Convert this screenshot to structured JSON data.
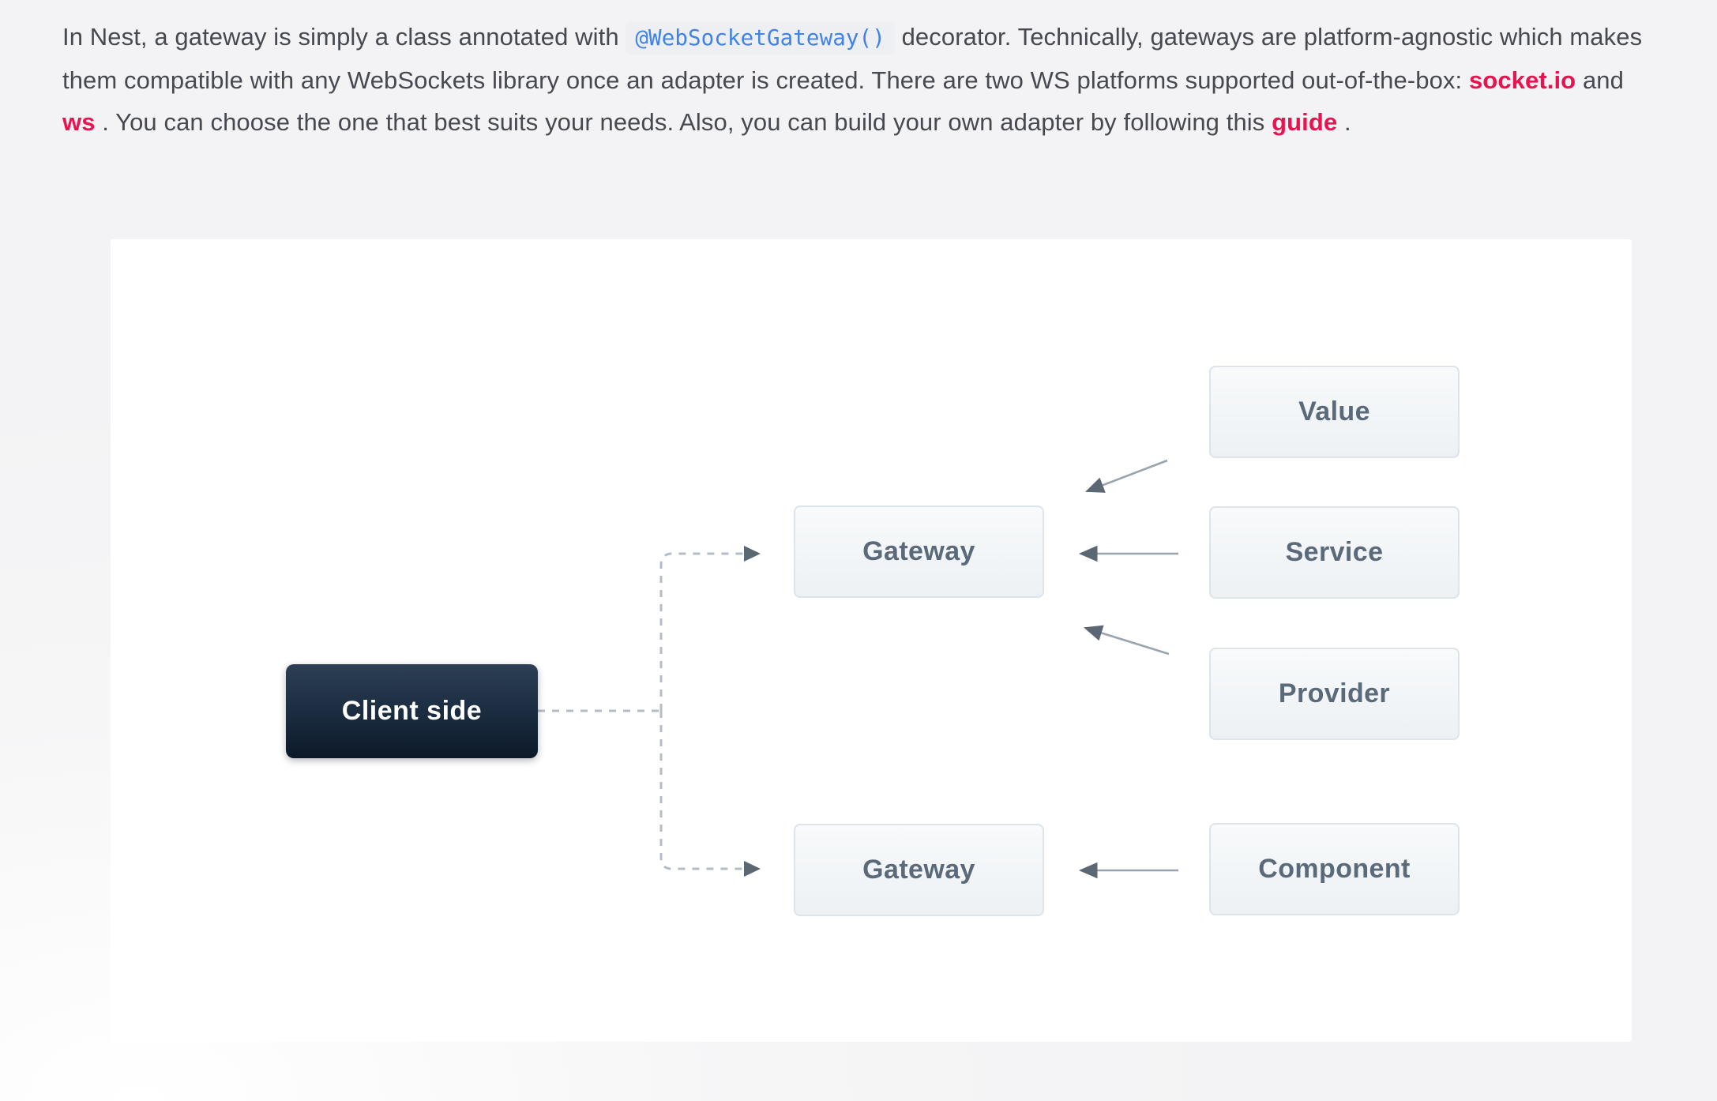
{
  "paragraph": {
    "part1": "In Nest, a gateway is simply a class annotated with ",
    "code": "@WebSocketGateway()",
    "part2": " decorator. Technically, gateways are platform-agnostic which makes them compatible with any WebSockets library once an adapter is created. There are two WS platforms supported out-of-the-box: ",
    "link_socketio": "socket.io",
    "part3": " and ",
    "link_ws": "ws",
    "part4": ". You can choose the one that best suits your needs. Also, you can build your own adapter by following this ",
    "link_guide": "guide",
    "part5": "."
  },
  "diagram": {
    "nodes": {
      "client": {
        "label": "Client side"
      },
      "gateway_top": {
        "label": "Gateway"
      },
      "gateway_bottom": {
        "label": "Gateway"
      },
      "value": {
        "label": "Value"
      },
      "service": {
        "label": "Service"
      },
      "provider": {
        "label": "Provider"
      },
      "component": {
        "label": "Component"
      }
    },
    "edges": [
      {
        "from": "client",
        "to": "gateway_top",
        "style": "dashed"
      },
      {
        "from": "client",
        "to": "gateway_bottom",
        "style": "dashed"
      },
      {
        "from": "value",
        "to": "gateway_top",
        "style": "solid"
      },
      {
        "from": "service",
        "to": "gateway_top",
        "style": "solid"
      },
      {
        "from": "provider",
        "to": "gateway_top",
        "style": "solid"
      },
      {
        "from": "component",
        "to": "gateway_bottom",
        "style": "solid"
      }
    ]
  },
  "colors": {
    "link_red": "#e8134f",
    "code_blue": "#3f82e8",
    "node_text": "#5a6a7a",
    "client_box_dark": "#16273a",
    "solid_arrow": "#9aa4b0",
    "dashed_line": "#b4bdc7",
    "arrowhead": "#5c6774",
    "card_background": "#ffffff",
    "page_background": "#f5f5f6"
  }
}
